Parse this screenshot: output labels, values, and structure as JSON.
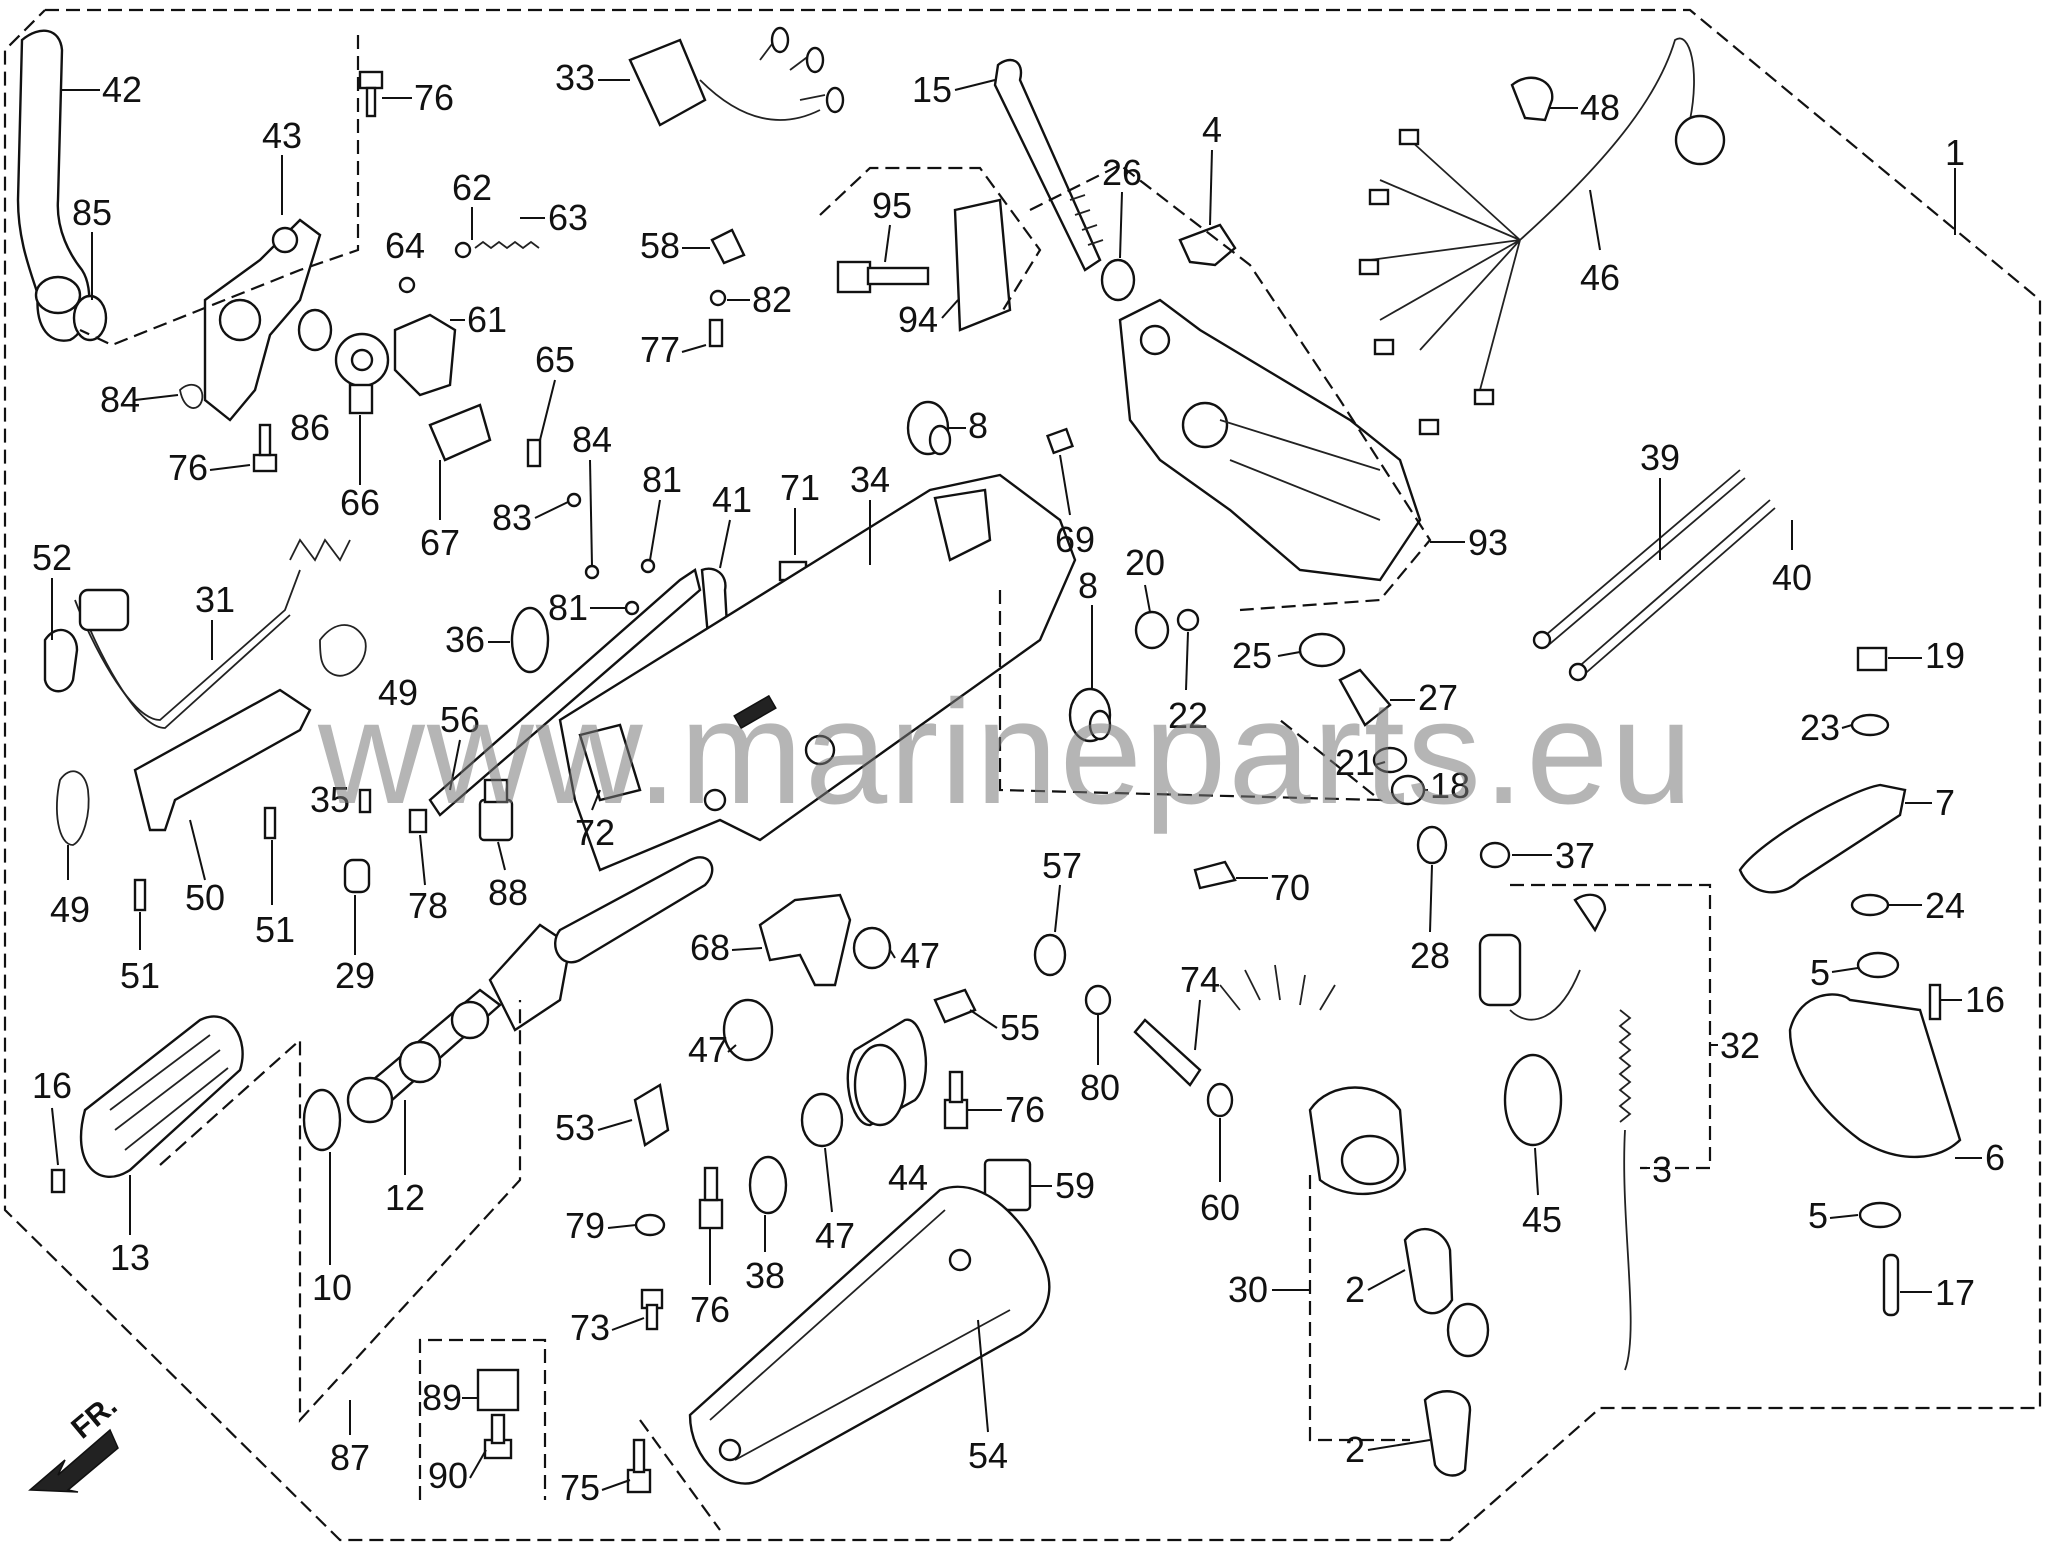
{
  "watermark": "www.marineparts.eu",
  "direction_label": "FR.",
  "callouts": [
    {
      "id": "c1",
      "text": "1"
    },
    {
      "id": "c2a",
      "text": "2"
    },
    {
      "id": "c2b",
      "text": "2"
    },
    {
      "id": "c3",
      "text": "3"
    },
    {
      "id": "c4",
      "text": "4"
    },
    {
      "id": "c5a",
      "text": "5"
    },
    {
      "id": "c5b",
      "text": "5"
    },
    {
      "id": "c6",
      "text": "6"
    },
    {
      "id": "c7",
      "text": "7"
    },
    {
      "id": "c8a",
      "text": "8"
    },
    {
      "id": "c8b",
      "text": "8"
    },
    {
      "id": "c10",
      "text": "10"
    },
    {
      "id": "c12",
      "text": "12"
    },
    {
      "id": "c13",
      "text": "13"
    },
    {
      "id": "c15",
      "text": "15"
    },
    {
      "id": "c16a",
      "text": "16"
    },
    {
      "id": "c16b",
      "text": "16"
    },
    {
      "id": "c17",
      "text": "17"
    },
    {
      "id": "c18",
      "text": "18"
    },
    {
      "id": "c19",
      "text": "19"
    },
    {
      "id": "c20",
      "text": "20"
    },
    {
      "id": "c21",
      "text": "21"
    },
    {
      "id": "c22",
      "text": "22"
    },
    {
      "id": "c23",
      "text": "23"
    },
    {
      "id": "c24",
      "text": "24"
    },
    {
      "id": "c25",
      "text": "25"
    },
    {
      "id": "c26",
      "text": "26"
    },
    {
      "id": "c27",
      "text": "27"
    },
    {
      "id": "c28",
      "text": "28"
    },
    {
      "id": "c29",
      "text": "29"
    },
    {
      "id": "c30",
      "text": "30"
    },
    {
      "id": "c31",
      "text": "31"
    },
    {
      "id": "c32",
      "text": "32"
    },
    {
      "id": "c33",
      "text": "33"
    },
    {
      "id": "c34",
      "text": "34"
    },
    {
      "id": "c35",
      "text": "35"
    },
    {
      "id": "c36",
      "text": "36"
    },
    {
      "id": "c37",
      "text": "37"
    },
    {
      "id": "c38",
      "text": "38"
    },
    {
      "id": "c39",
      "text": "39"
    },
    {
      "id": "c40",
      "text": "40"
    },
    {
      "id": "c41",
      "text": "41"
    },
    {
      "id": "c42",
      "text": "42"
    },
    {
      "id": "c43",
      "text": "43"
    },
    {
      "id": "c44",
      "text": "44"
    },
    {
      "id": "c45",
      "text": "45"
    },
    {
      "id": "c46",
      "text": "46"
    },
    {
      "id": "c47a",
      "text": "47"
    },
    {
      "id": "c47b",
      "text": "47"
    },
    {
      "id": "c47c",
      "text": "47"
    },
    {
      "id": "c48",
      "text": "48"
    },
    {
      "id": "c49a",
      "text": "49"
    },
    {
      "id": "c49b",
      "text": "49"
    },
    {
      "id": "c50",
      "text": "50"
    },
    {
      "id": "c51a",
      "text": "51"
    },
    {
      "id": "c51b",
      "text": "51"
    },
    {
      "id": "c52",
      "text": "52"
    },
    {
      "id": "c53",
      "text": "53"
    },
    {
      "id": "c54",
      "text": "54"
    },
    {
      "id": "c55",
      "text": "55"
    },
    {
      "id": "c56",
      "text": "56"
    },
    {
      "id": "c57",
      "text": "57"
    },
    {
      "id": "c58",
      "text": "58"
    },
    {
      "id": "c59",
      "text": "59"
    },
    {
      "id": "c60",
      "text": "60"
    },
    {
      "id": "c61",
      "text": "61"
    },
    {
      "id": "c62",
      "text": "62"
    },
    {
      "id": "c63",
      "text": "63"
    },
    {
      "id": "c64",
      "text": "64"
    },
    {
      "id": "c65",
      "text": "65"
    },
    {
      "id": "c66",
      "text": "66"
    },
    {
      "id": "c67",
      "text": "67"
    },
    {
      "id": "c68",
      "text": "68"
    },
    {
      "id": "c69",
      "text": "69"
    },
    {
      "id": "c70",
      "text": "70"
    },
    {
      "id": "c71",
      "text": "71"
    },
    {
      "id": "c72",
      "text": "72"
    },
    {
      "id": "c73",
      "text": "73"
    },
    {
      "id": "c74",
      "text": "74"
    },
    {
      "id": "c75",
      "text": "75"
    },
    {
      "id": "c76a",
      "text": "76"
    },
    {
      "id": "c76b",
      "text": "76"
    },
    {
      "id": "c76c",
      "text": "76"
    },
    {
      "id": "c76d",
      "text": "76"
    },
    {
      "id": "c77",
      "text": "77"
    },
    {
      "id": "c78",
      "text": "78"
    },
    {
      "id": "c79",
      "text": "79"
    },
    {
      "id": "c80",
      "text": "80"
    },
    {
      "id": "c81a",
      "text": "81"
    },
    {
      "id": "c81b",
      "text": "81"
    },
    {
      "id": "c82",
      "text": "82"
    },
    {
      "id": "c83",
      "text": "83"
    },
    {
      "id": "c84a",
      "text": "84"
    },
    {
      "id": "c84b",
      "text": "84"
    },
    {
      "id": "c85",
      "text": "85"
    },
    {
      "id": "c86",
      "text": "86"
    },
    {
      "id": "c87",
      "text": "87"
    },
    {
      "id": "c88",
      "text": "88"
    },
    {
      "id": "c89",
      "text": "89"
    },
    {
      "id": "c90",
      "text": "90"
    },
    {
      "id": "c93",
      "text": "93"
    },
    {
      "id": "c94",
      "text": "94"
    },
    {
      "id": "c95",
      "text": "95"
    }
  ]
}
